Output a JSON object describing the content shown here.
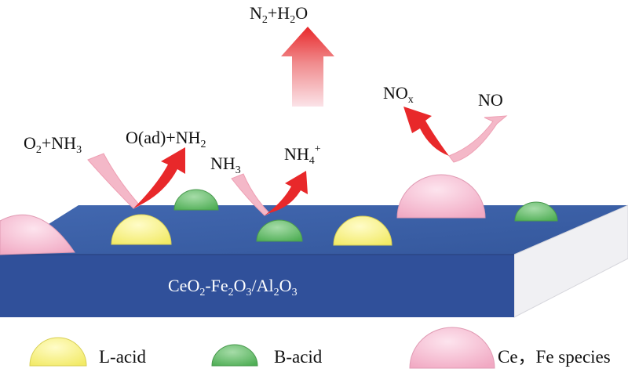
{
  "colors": {
    "support_top": "#3a5fa6",
    "support_front": "#2f4f95",
    "support_side": "#f1f1f3",
    "l_acid": "#f7f28a",
    "b_acid": "#6fc172",
    "ce_fe_species": "#f5b9cf",
    "arrow_red": "#e8282a",
    "arrow_pink": "#f4b8c8"
  },
  "labels": {
    "n2_h2o": {
      "parts": [
        "N",
        "2",
        "+H",
        "2",
        "O"
      ]
    },
    "o2_nh3": {
      "parts": [
        "O",
        "2",
        "+NH",
        "3"
      ]
    },
    "oad_nh2": {
      "parts": [
        "O(ad)+NH",
        "2"
      ]
    },
    "nh3": {
      "parts": [
        "NH",
        "3"
      ]
    },
    "nh4": {
      "parts": [
        "NH",
        "4",
        "+"
      ]
    },
    "nox": {
      "parts": [
        "NO",
        "x"
      ]
    },
    "no": "NO"
  },
  "support": {
    "parts": [
      "CeO",
      "2",
      "-Fe",
      "2",
      "O",
      "3",
      "/Al",
      "2",
      "O",
      "3"
    ]
  },
  "legend": {
    "l_acid": "L-acid",
    "b_acid": "B-acid",
    "ce_fe": "Ce，Fe species"
  }
}
